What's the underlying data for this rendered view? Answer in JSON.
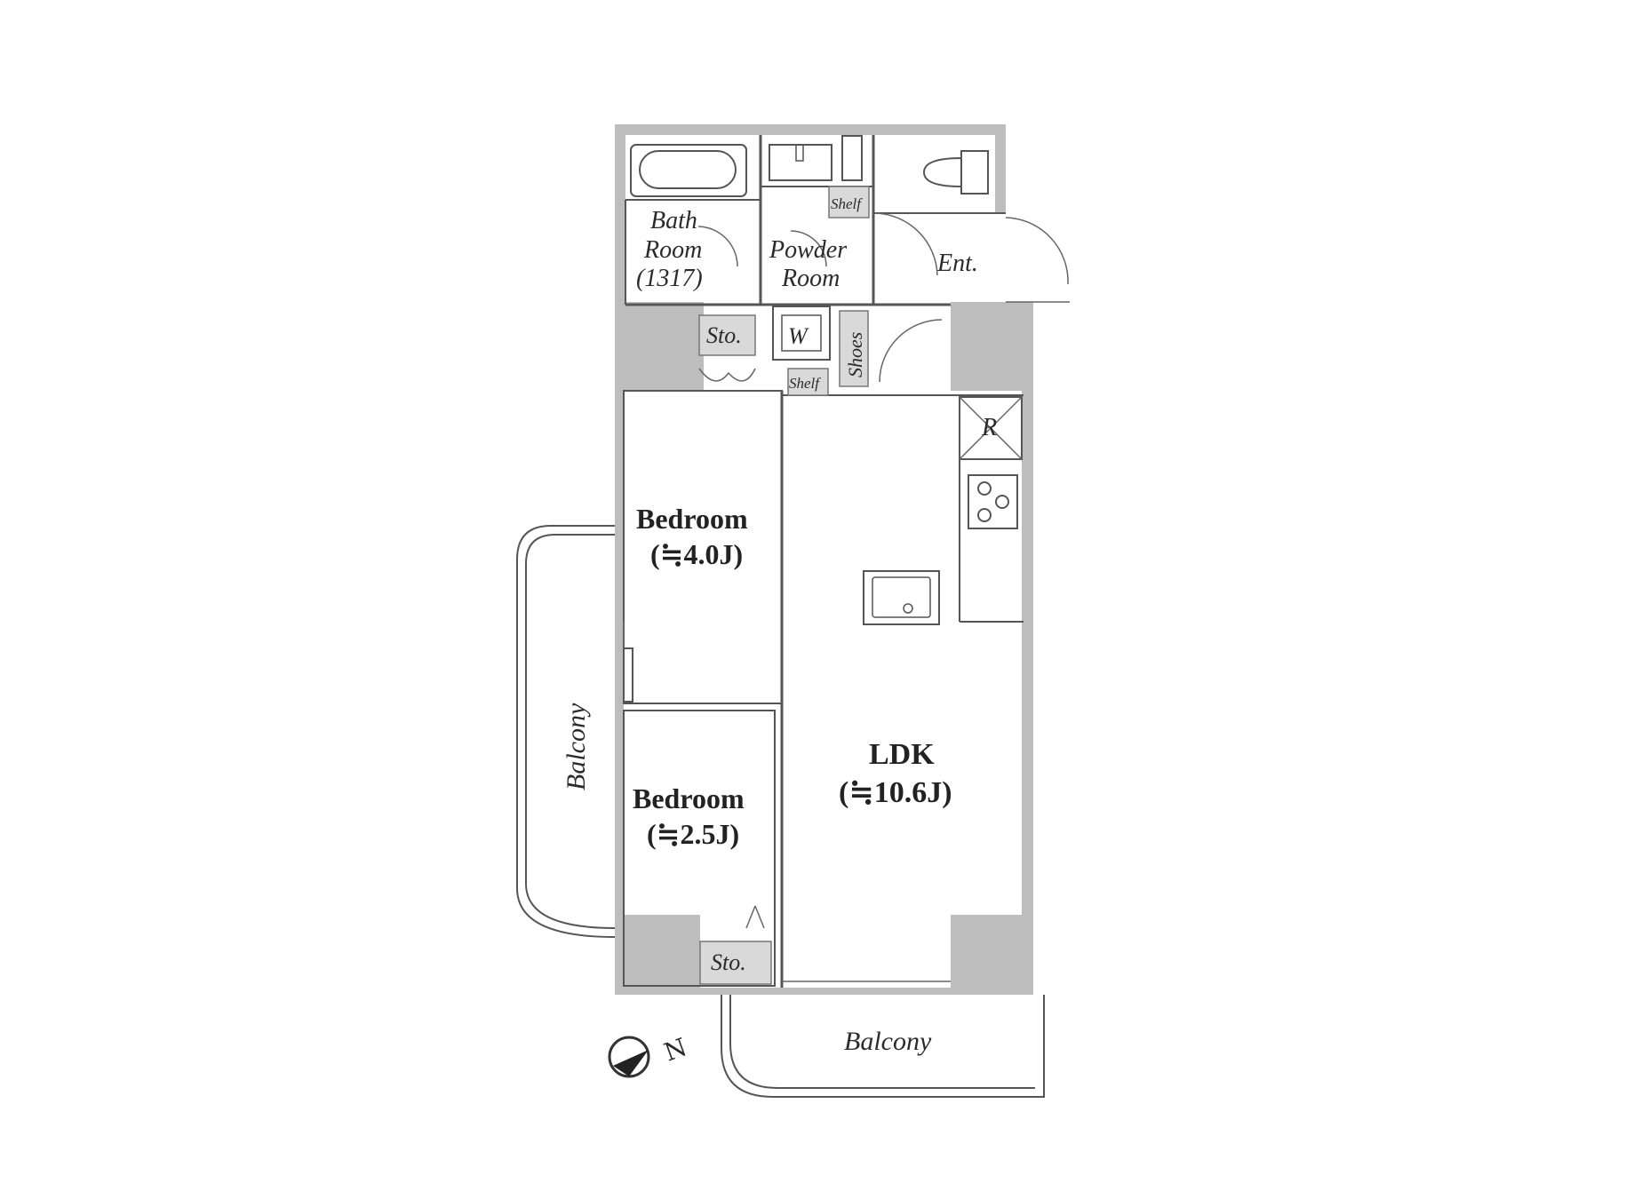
{
  "plan": {
    "rooms": {
      "bath_line1": "Bath",
      "bath_line2": "Room",
      "bath_line3": "(1317)",
      "powder_line1": "Powder",
      "powder_line2": "Room",
      "entrance": "Ent.",
      "shelf_top": "Shelf",
      "shelf_mid": "Shelf",
      "washer": "W",
      "shoes": "Shoes",
      "storage_top": "Sto.",
      "storage_bottom": "Sto.",
      "fridge": "R",
      "bedroom1_name": "Bedroom",
      "bedroom1_size": "(≒4.0J)",
      "bedroom2_name": "Bedroom",
      "bedroom2_size": "(≒2.5J)",
      "ldk_name": "LDK",
      "ldk_size": "(≒10.6J)",
      "balcony_side": "Balcony",
      "balcony_bottom": "Balcony"
    },
    "compass": {
      "label": "N",
      "icon": "north-arrow-icon"
    },
    "colors": {
      "wall": "#bdbdbd",
      "line": "#555555",
      "box": "#d9d9d9"
    }
  }
}
